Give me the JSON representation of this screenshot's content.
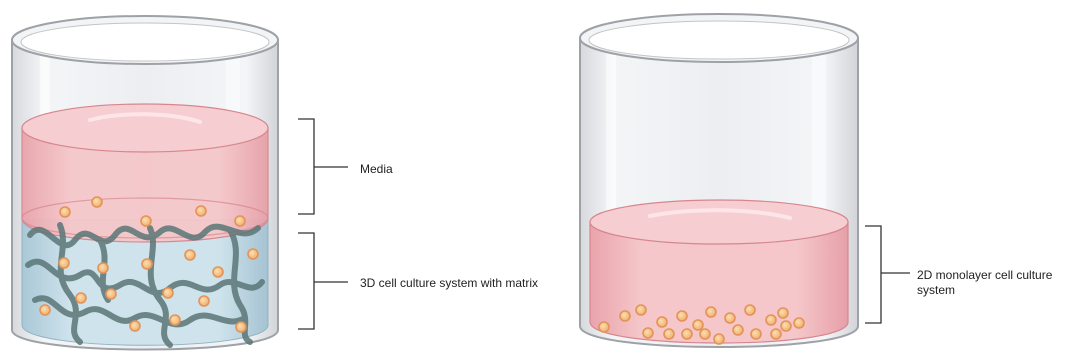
{
  "labels": {
    "media": "Media",
    "culture_3d": "3D cell culture system with matrix",
    "culture_2d": "2D monolayer cell culture system"
  },
  "colors": {
    "glass_stroke": "#9ea1a6",
    "glass_fill": "#eceef1",
    "media_pink": "#f2bcc0",
    "media_pink_dark": "#e79aa2",
    "matrix_blue": "#c6dde8",
    "fiber": "#5b7677",
    "cell_fill": "#f6c98a",
    "cell_stroke": "#e3935a",
    "bracket": "#333333"
  },
  "icons": [
    "beaker-3d-culture-icon",
    "beaker-2d-culture-icon",
    "cell-icon",
    "matrix-fiber-icon"
  ]
}
